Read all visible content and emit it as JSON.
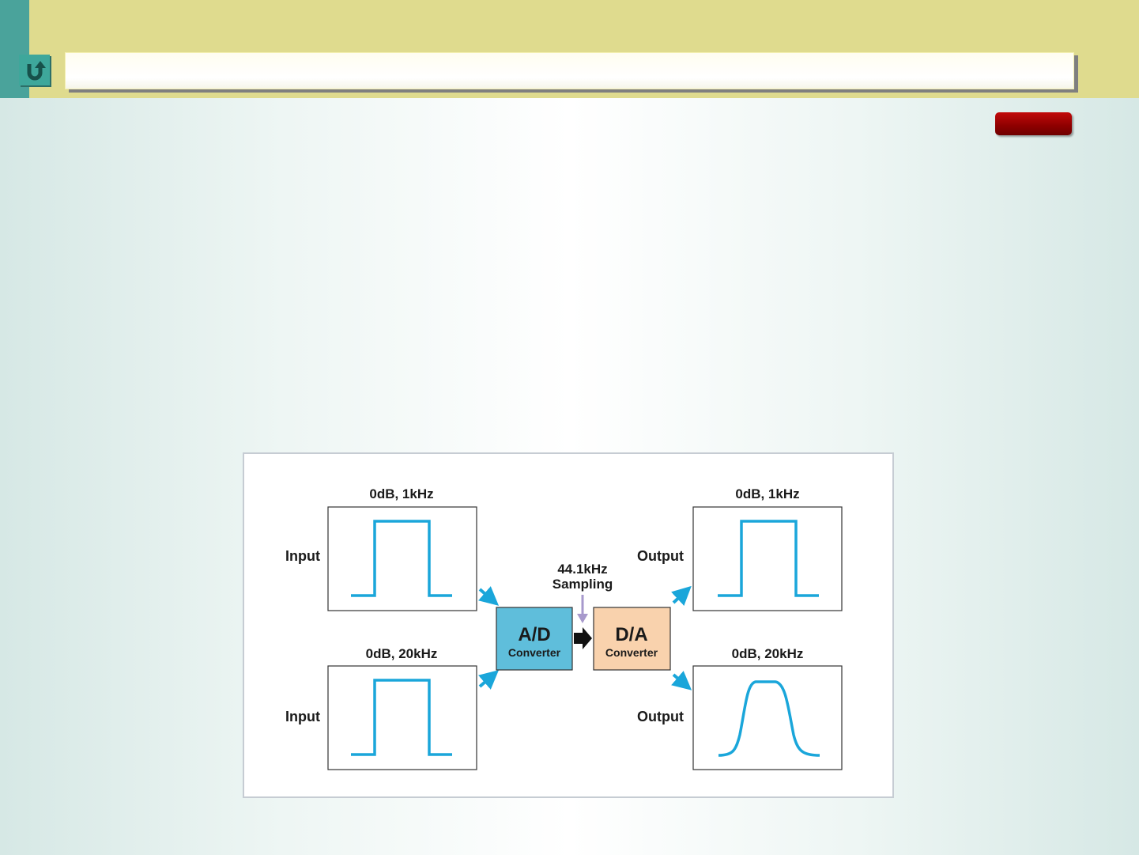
{
  "colors": {
    "header": "#dfdb8e",
    "accent": "#4aa39b",
    "waveform": "#1aa6da",
    "ad_fill": "#5fbedb",
    "da_fill": "#f9d2ad",
    "sampling_arrow": "#a799cc",
    "red_button": "#a00000"
  },
  "icons": {
    "back": "u-turn-arrow-icon"
  },
  "diagram": {
    "top_left": {
      "caption": "0dB, 1kHz",
      "side_label": "Input"
    },
    "bottom_left": {
      "caption": "0dB, 20kHz",
      "side_label": "Input"
    },
    "top_right": {
      "caption": "0dB, 1kHz",
      "side_label": "Output"
    },
    "bottom_right": {
      "caption": "0dB, 20kHz",
      "side_label": "Output"
    },
    "sampling": {
      "line1": "44.1kHz",
      "line2": "Sampling"
    },
    "ad": {
      "title": "A/D",
      "subtitle": "Converter"
    },
    "da": {
      "title": "D/A",
      "subtitle": "Converter"
    }
  }
}
